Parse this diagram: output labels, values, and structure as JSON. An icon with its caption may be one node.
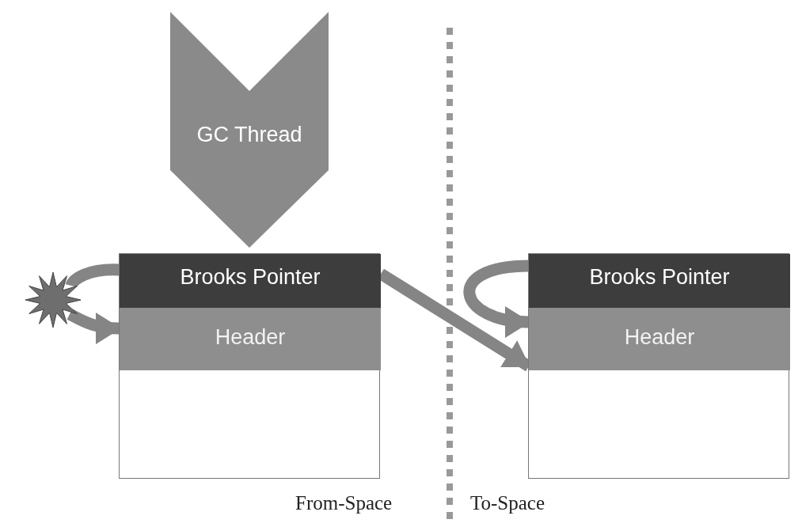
{
  "diagram": {
    "nodes": [
      {
        "text": [
          "GC Thread"
        ]
      },
      {
        "text": [],
        "shape": "box"
      },
      {
        "text": [
          "Brooks Pointer"
        ],
        "in": 1
      },
      {
        "text": [
          "Header"
        ],
        "in": 1
      },
      {
        "text": [],
        "shape": "star"
      },
      {
        "text": [],
        "shape": "box"
      },
      {
        "text": [
          "Brooks Pointer"
        ],
        "in": 5
      },
      {
        "text": [
          "Header"
        ],
        "in": 5
      }
    ],
    "edges": [
      {
        "from": 2,
        "to": 4,
        "arrow": "none"
      },
      {
        "from": 4,
        "to": 3,
        "arrow": "to"
      },
      {
        "from": 2,
        "to": 7,
        "arrow": "to"
      },
      {
        "from": 6,
        "to": 7,
        "arrow": "to"
      }
    ],
    "labels": [
      "From-Space",
      "To-Space"
    ]
  }
}
